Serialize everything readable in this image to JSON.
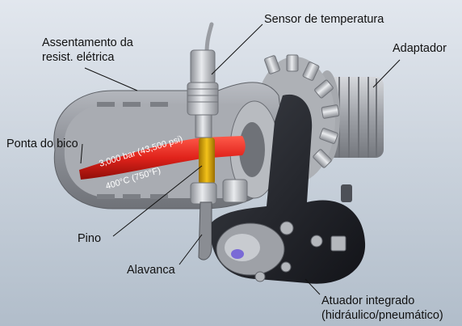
{
  "labels": {
    "sensor": "Sensor de temperatura",
    "assentamento_l1": "Assentamento da",
    "assentamento_l2": "resist. elétrica",
    "adaptador": "Adaptador",
    "ponta": "Ponta do bico",
    "pino": "Pino",
    "alavanca": "Alavanca",
    "atuador_l1": "Atuador integrado",
    "atuador_l2": "(hidráulico/pneumático)"
  },
  "annotations": {
    "pressure": "3,000 bar (43,500 psi)",
    "temperature": "400°C (750°F)"
  },
  "colors": {
    "background": "#c6d0dc",
    "melt_channel": "#e0231b",
    "pin_gold": "#e8b100",
    "body_gray": "#9fa2a8",
    "actuator_dark": "#1d1f24"
  }
}
